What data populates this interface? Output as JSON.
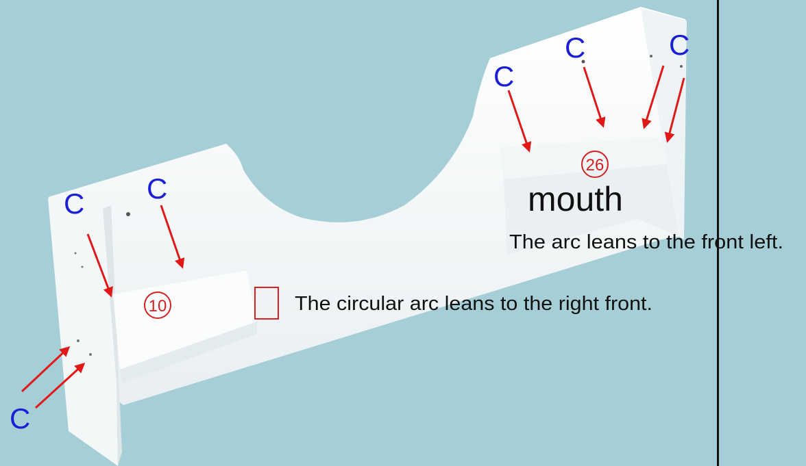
{
  "labels": {
    "c_letter": "C",
    "part_10": "10",
    "part_26": "26",
    "mouth": "mouth",
    "note_front_left": "The arc leans to the front left.",
    "note_right_front": "The circular arc leans to the right front."
  },
  "colors": {
    "background": "#a6ced6",
    "board": "#ffffff",
    "c_label": "#1a1fd6",
    "arrow": "#e01818",
    "part_number": "#d42020",
    "note_text": "#111111"
  }
}
